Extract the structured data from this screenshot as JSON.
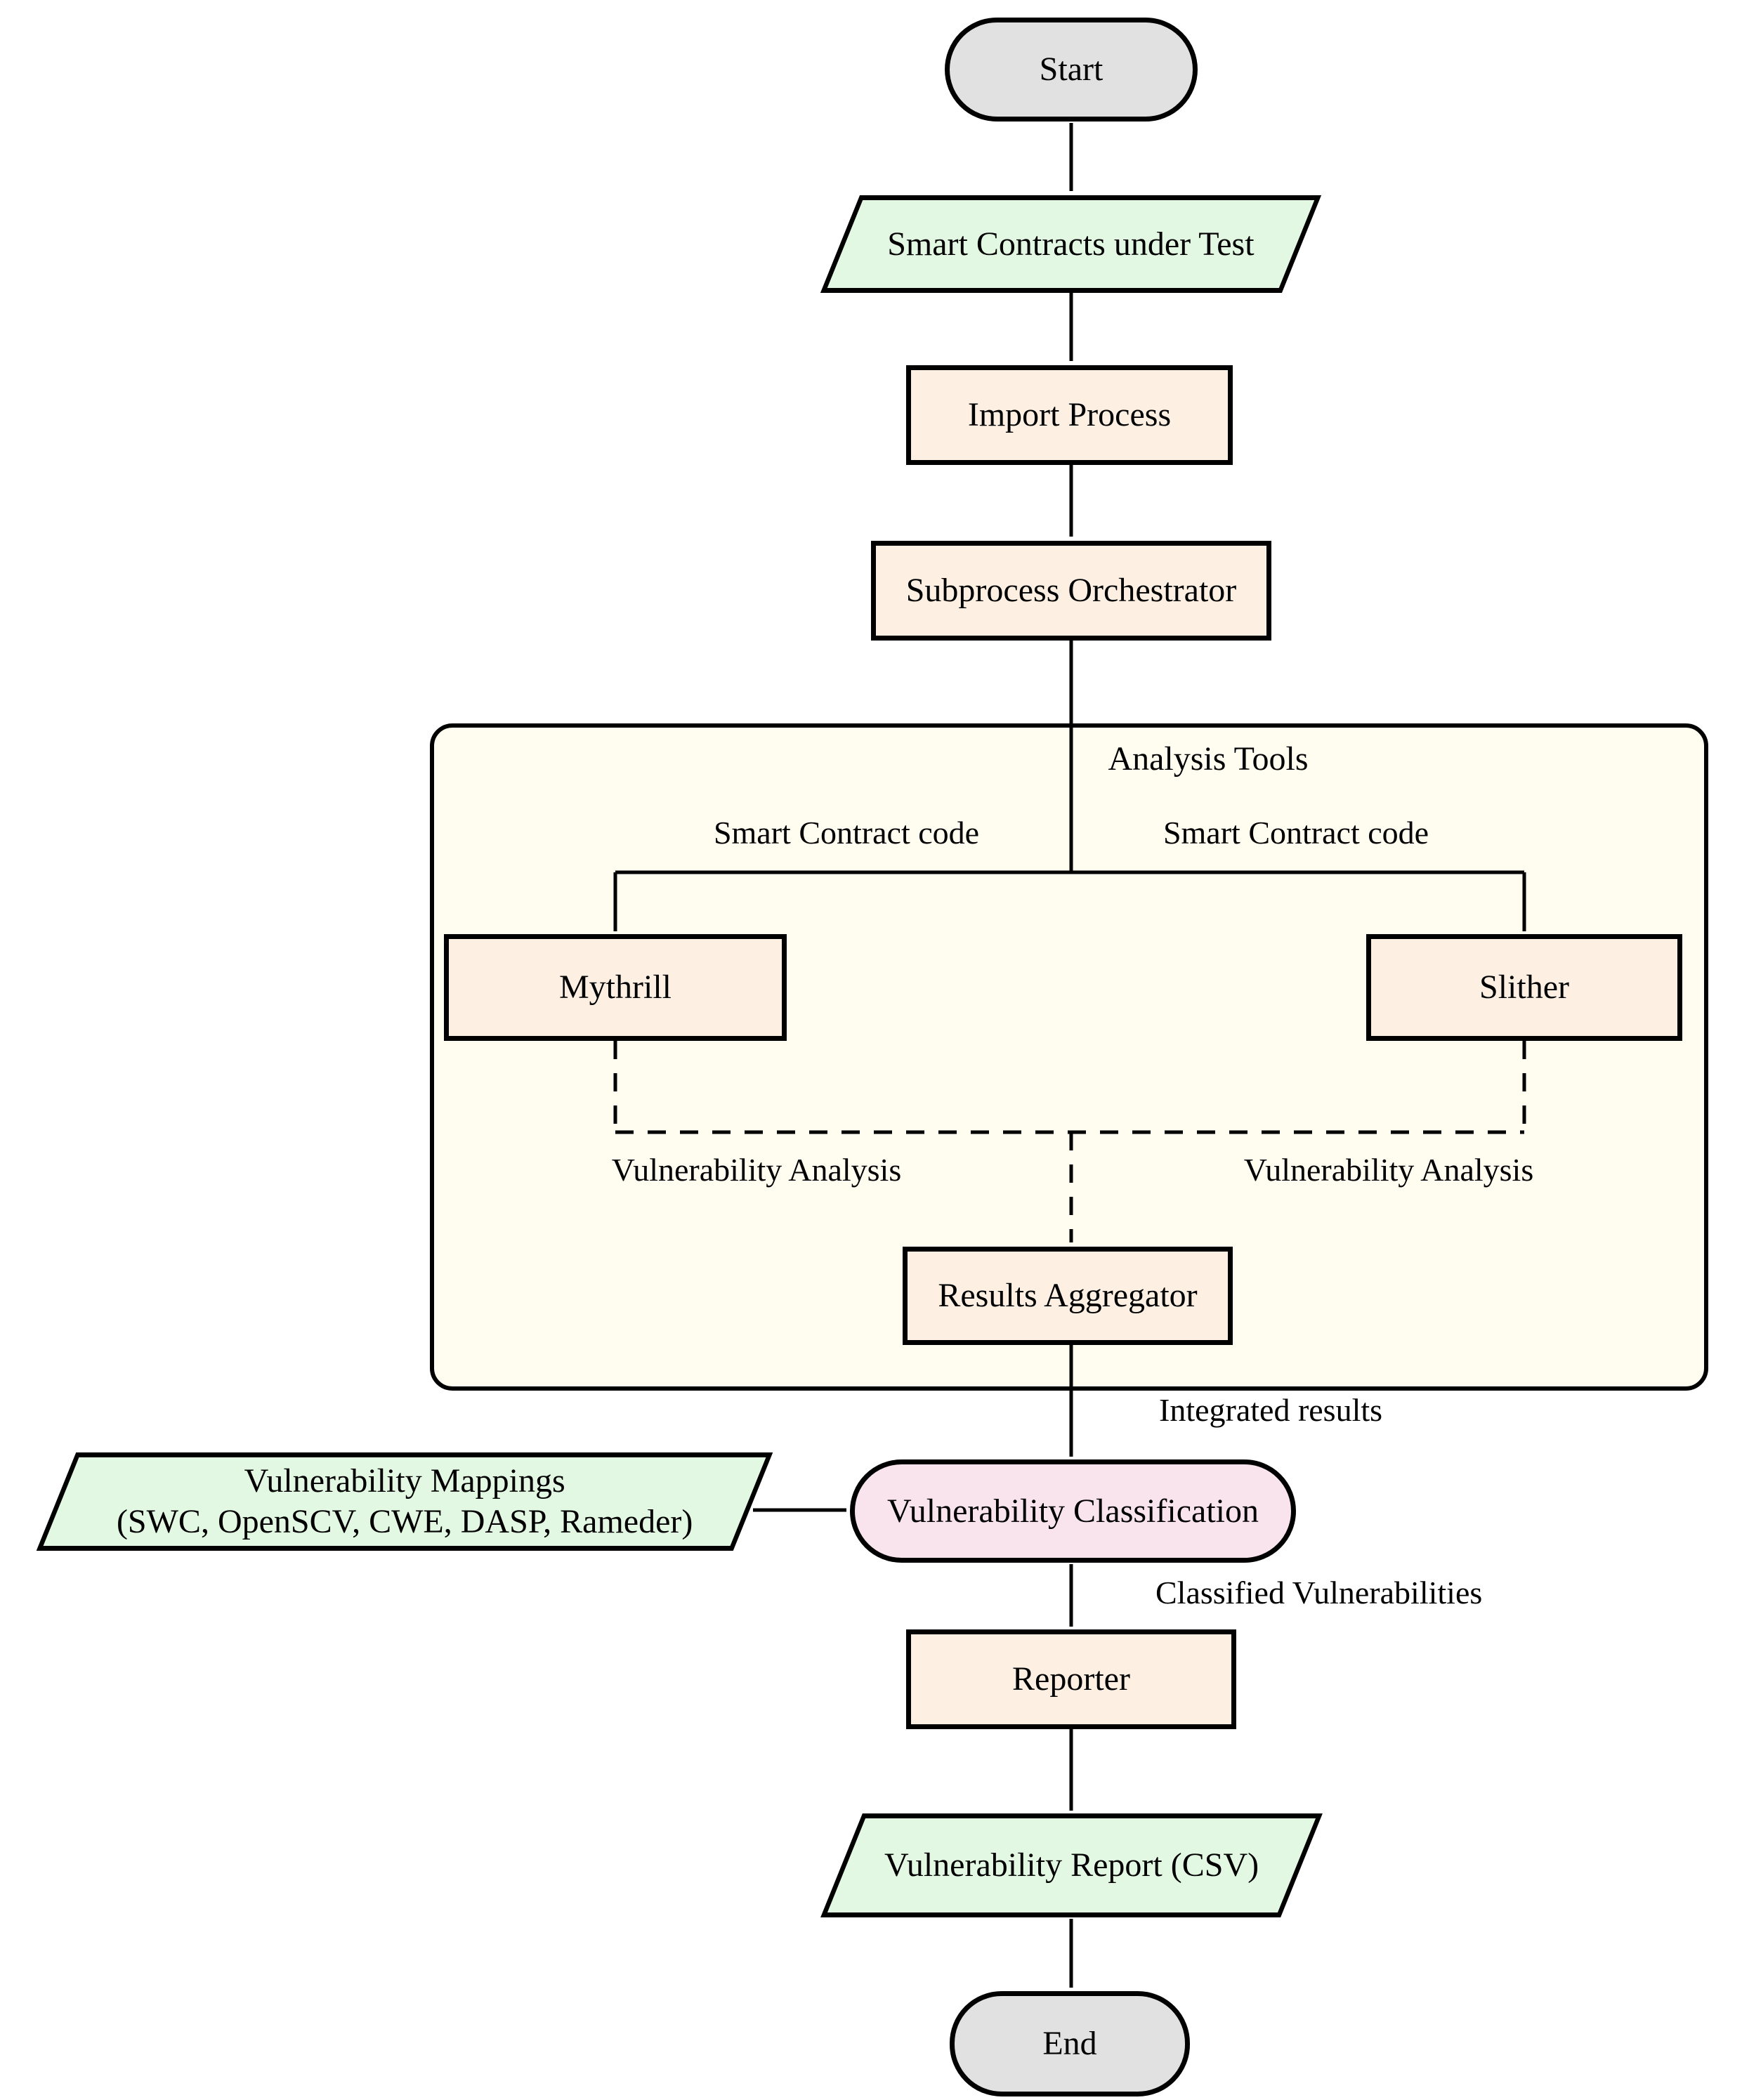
{
  "diagram": {
    "nodes": {
      "start": {
        "label": "Start"
      },
      "smart_contracts": {
        "label": "Smart Contracts under Test"
      },
      "import_process": {
        "label": "Import Process"
      },
      "subprocess_orchestrator": {
        "label": "Subprocess Orchestrator"
      },
      "mythrill": {
        "label": "Mythrill"
      },
      "slither": {
        "label": "Slither"
      },
      "results_aggregator": {
        "label": "Results Aggregator"
      },
      "vulnerability_mappings": {
        "line1": "Vulnerability Mappings",
        "line2": "(SWC, OpenSCV, CWE, DASP, Rameder)"
      },
      "vulnerability_classification": {
        "label": "Vulnerability Classification"
      },
      "reporter": {
        "label": "Reporter"
      },
      "vulnerability_report": {
        "label": "Vulnerability Report (CSV)"
      },
      "end": {
        "label": "End"
      }
    },
    "container": {
      "label": "Analysis Tools"
    },
    "edge_labels": {
      "smart_contract_code_left": "Smart Contract code",
      "smart_contract_code_right": "Smart Contract code",
      "vulnerability_analysis_left": "Vulnerability Analysis",
      "vulnerability_analysis_right": "Vulnerability Analysis",
      "integrated_results": "Integrated results",
      "classified_vulnerabilities": "Classified Vulnerabilities"
    },
    "colors": {
      "terminal_fill": "#e1e1e1",
      "data_fill": "#e2f8e2",
      "process_fill": "#fdf0e3",
      "container_fill": "#fffdf0",
      "classification_fill": "#f9e4ed",
      "stroke": "#000000"
    }
  }
}
